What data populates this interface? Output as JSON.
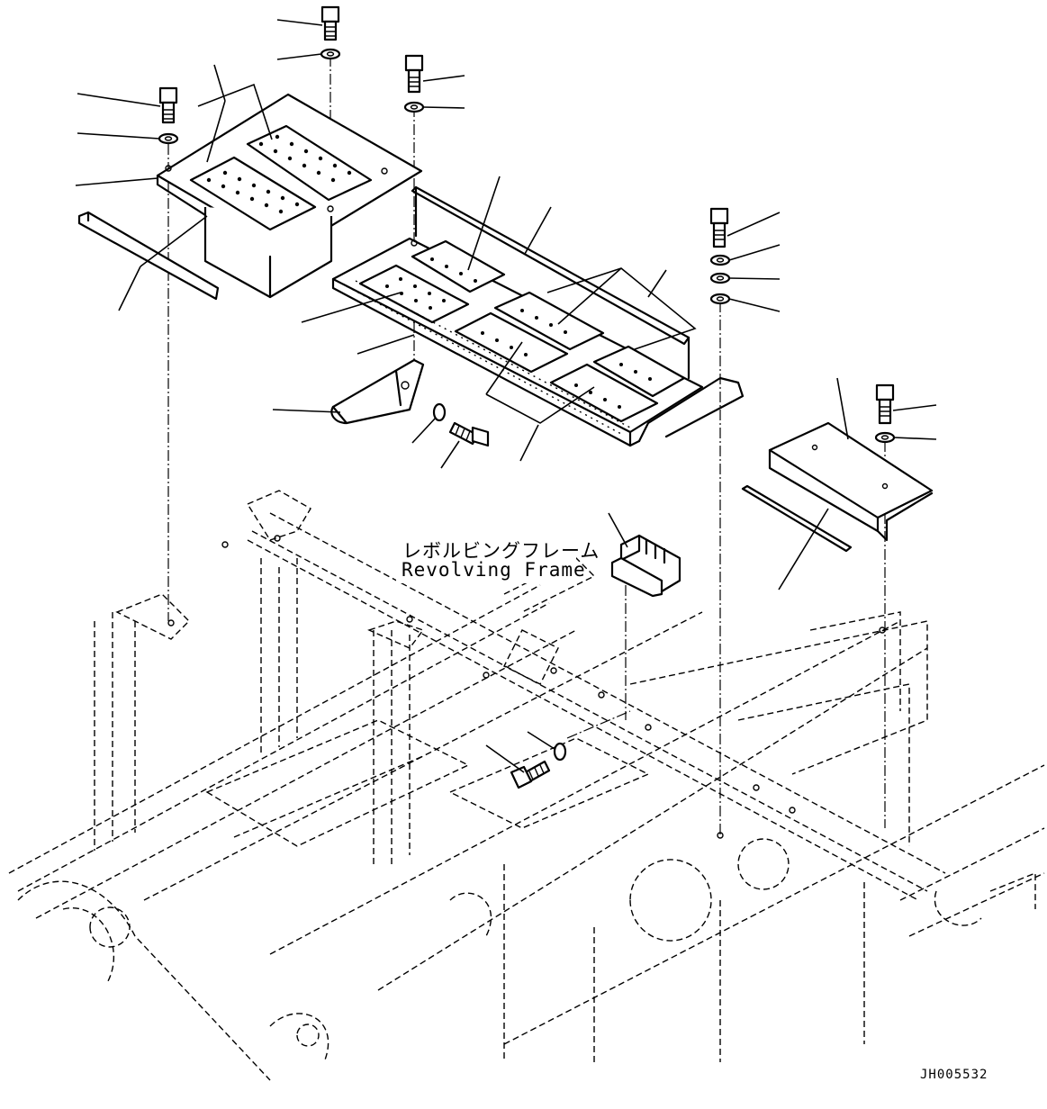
{
  "labels": {
    "frame_jp": "レボルビングフレーム",
    "frame_en": "Revolving Frame"
  },
  "drawing_code": "JH005532"
}
